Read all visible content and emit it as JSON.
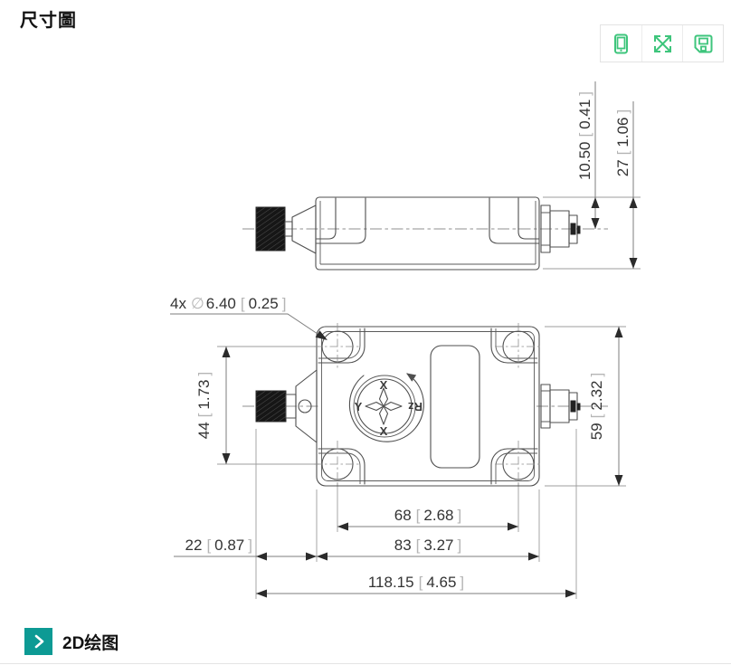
{
  "page": {
    "title": "尺寸圖"
  },
  "toolbar": {
    "accent_color": "#3ec57c",
    "buttons": [
      {
        "icon": "mobile-preview"
      },
      {
        "icon": "fullscreen-expand"
      },
      {
        "icon": "save"
      }
    ]
  },
  "drawing": {
    "brackets": {
      "open": "[",
      "close": "]"
    },
    "callout": {
      "prefix": "4x",
      "diameter": "∅",
      "mm": "6.40",
      "inch": "0.25"
    },
    "dims": {
      "connector_axis_height": {
        "mm": "10.50",
        "inch": "0.41"
      },
      "body_height_side": {
        "mm": "27",
        "inch": "1.06"
      },
      "hole_spacing_vertical": {
        "mm": "44",
        "inch": "1.73"
      },
      "body_depth": {
        "mm": "59",
        "inch": "2.32"
      },
      "hole_spacing_horizontal": {
        "mm": "68",
        "inch": "2.68"
      },
      "body_width": {
        "mm": "83",
        "inch": "3.27"
      },
      "connector_offset": {
        "mm": "22",
        "inch": "0.87"
      },
      "total_length": {
        "mm": "118.15",
        "inch": "4.65"
      }
    },
    "axes": {
      "top": "X",
      "bottom": "X",
      "left": "Y",
      "rotation": "Rz"
    },
    "line_color": "#4f4f4f"
  },
  "footer": {
    "link_label": "2D绘图",
    "accent_color": "#0d9a94"
  }
}
